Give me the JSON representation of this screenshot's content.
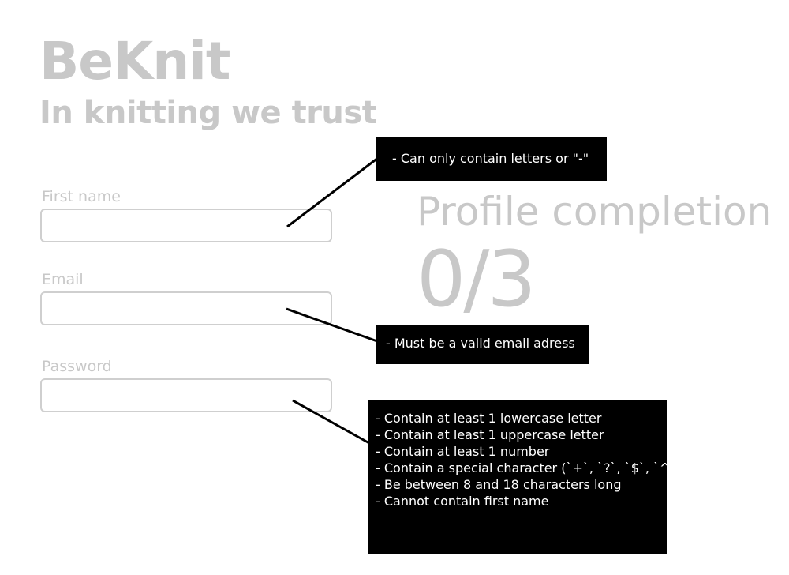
{
  "header": {
    "brand": "BeKnit",
    "tagline": "In knitting we trust"
  },
  "form": {
    "first_name": {
      "label": "First name",
      "value": "",
      "placeholder": ""
    },
    "email": {
      "label": "Email",
      "value": "",
      "placeholder": ""
    },
    "password": {
      "label": "Password",
      "value": "",
      "placeholder": ""
    }
  },
  "profile": {
    "title": "Profile completion",
    "count": "0/3"
  },
  "tooltips": {
    "first_name": "- Can only contain letters or \"-\"",
    "email": "- Must be a valid email adress",
    "password": [
      "- Contain at least 1 lowercase letter",
      "- Contain at least 1 uppercase letter",
      "- Contain at least 1 number",
      "- Contain a special character (`+`, `?`, `$`, `^`)",
      "- Be between 8 and 18 characters long",
      "- Cannot contain first name"
    ]
  },
  "colors": {
    "muted_text": "#c8c8c8",
    "input_border": "#cfcfcf",
    "tooltip_bg": "#000000",
    "tooltip_text": "#ffffff"
  }
}
